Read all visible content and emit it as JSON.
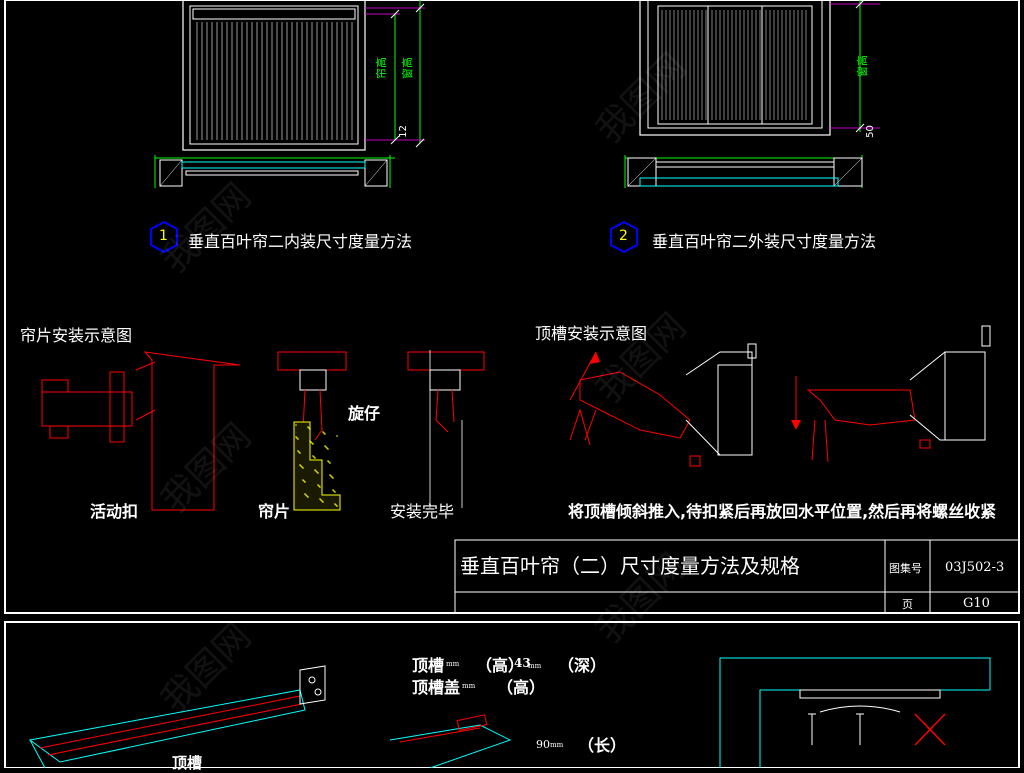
{
  "top_panel": {
    "figure1": {
      "number": "1",
      "caption": "垂直百叶帘二内装尺寸度量方法"
    },
    "figure2": {
      "number": "2",
      "caption": "垂直百叶帘二外装尺寸度量方法"
    },
    "dims": {
      "inner_label": "帘高",
      "outer_label": "窗高",
      "small_dim": "12",
      "outer_gap": "50"
    },
    "slat_section_title": "帘片安装示意图",
    "slat_labels": {
      "clip": "活动扣",
      "swivel": "旋仔",
      "slat": "帘片",
      "done": "安装完毕"
    },
    "track_section_title": "顶槽安装示意图",
    "track_note": "将顶槽倾斜推入,待扣紧后再放回水平位置,然后再将螺丝收紧",
    "title_block": {
      "title": "垂直百叶帘（二）尺寸度量方法及规格",
      "atlas_label": "图集号",
      "atlas_value": "03J502-3",
      "page_label": "页",
      "page_value": "G10"
    }
  },
  "bottom_panel": {
    "track_label": "顶槽",
    "spec_line1_a": "顶槽",
    "spec_line1_b": "（高）",
    "spec_line1_c": "43",
    "spec_line1_d": "（深）",
    "spec_line2_a": "顶槽盖",
    "spec_line2_b": "（高）",
    "unit": "mm",
    "length_value": "90",
    "length_label": "（长）"
  },
  "watermark": "我图网",
  "colors": {
    "frame": "#ffffff",
    "cyan": "#00ffff",
    "red": "#ff0000",
    "magenta": "#ff00ff",
    "green": "#00ff00",
    "yellow": "#ffff00",
    "blue": "#0000ff"
  }
}
